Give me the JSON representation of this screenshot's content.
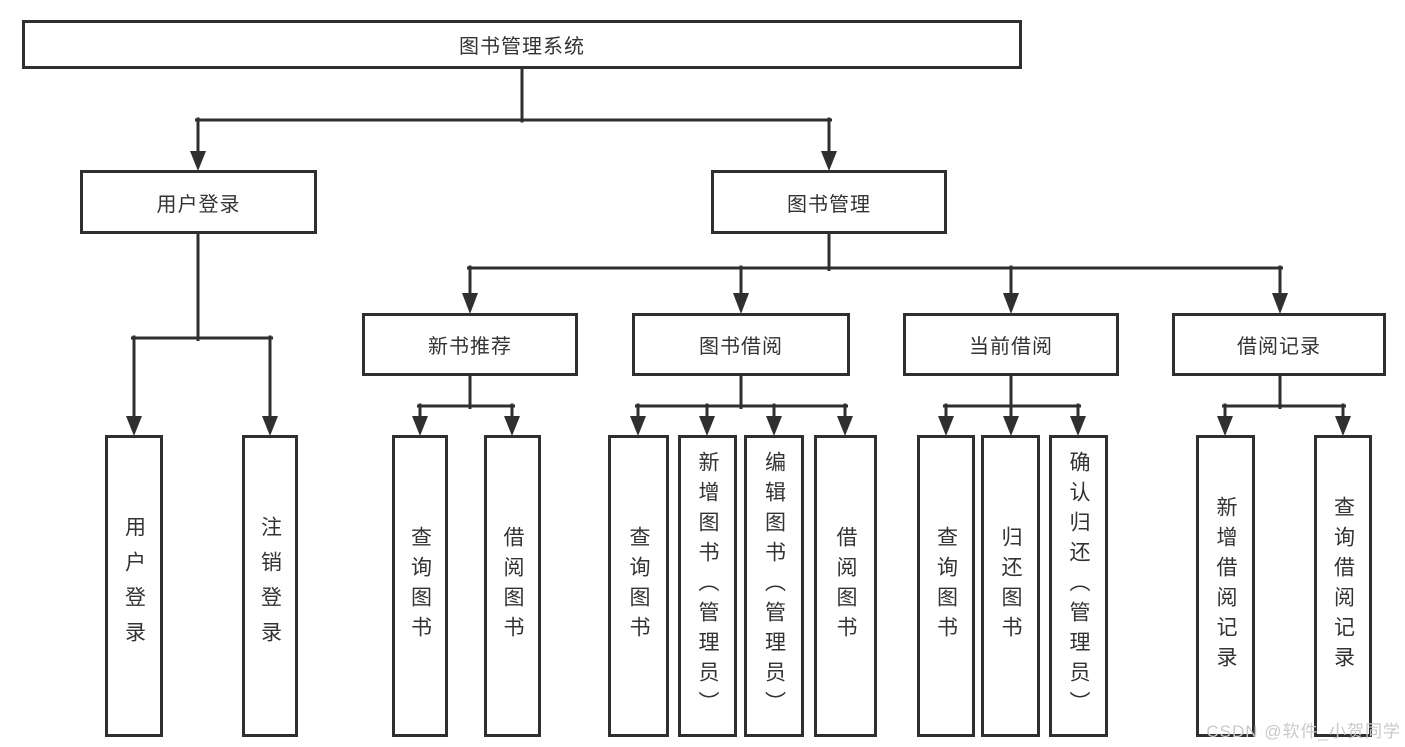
{
  "tree": {
    "label": "图书管理系统",
    "children": [
      {
        "label": "用户登录",
        "children": [
          {
            "label": "用户登录"
          },
          {
            "label": "注销登录"
          }
        ]
      },
      {
        "label": "图书管理",
        "children": [
          {
            "label": "新书推荐",
            "children": [
              {
                "label": "查询图书"
              },
              {
                "label": "借阅图书"
              }
            ]
          },
          {
            "label": "图书借阅",
            "children": [
              {
                "label": "查询图书"
              },
              {
                "label": "新增图书（管理员）"
              },
              {
                "label": "编辑图书（管理员）"
              },
              {
                "label": "借阅图书"
              }
            ]
          },
          {
            "label": "当前借阅",
            "children": [
              {
                "label": "查询图书"
              },
              {
                "label": "归还图书"
              },
              {
                "label": "确认归还（管理员）"
              }
            ]
          },
          {
            "label": "借阅记录",
            "children": [
              {
                "label": "新增借阅记录"
              },
              {
                "label": "查询借阅记录"
              }
            ]
          }
        ]
      }
    ]
  },
  "watermark": "CSDN @软件_小贺同学",
  "colors": {
    "line": "#2f2f2f",
    "box_border": "#2f2f2f",
    "text": "#333333",
    "background": "#ffffff",
    "watermark": "#c9c9c9"
  }
}
